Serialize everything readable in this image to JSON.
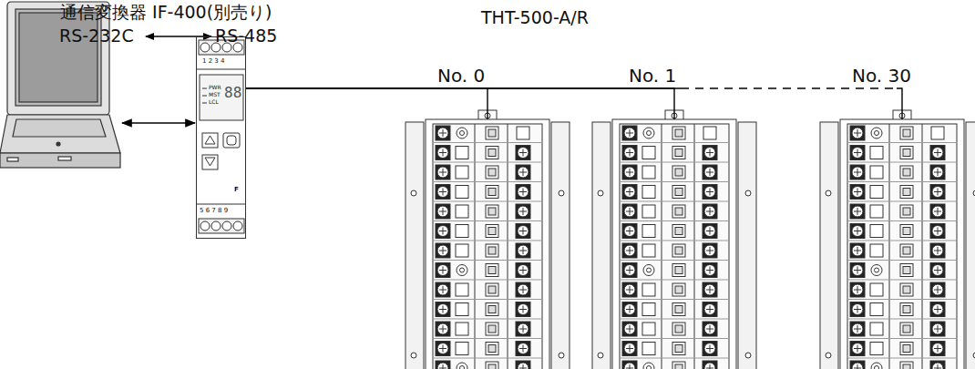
{
  "diagram": {
    "nodes": [
      {
        "text": [
          "通信変換器 IF-400(別売り)"
        ]
      },
      {
        "text": [
          "No. 0"
        ]
      },
      {
        "text": [
          "No. 1"
        ]
      },
      {
        "text": [
          "No. 30"
        ]
      }
    ],
    "edges": [
      {
        "from": 0,
        "to": 1,
        "arrow": "none"
      },
      {
        "from": 0,
        "to": 2,
        "arrow": "none"
      },
      {
        "from": 0,
        "to": 3,
        "arrow": "none"
      }
    ],
    "labels": [
      "RS-232C",
      "RS-485",
      "THT-500-A/R",
      "PWR",
      "MST",
      "LCL",
      "88",
      "1 2 3 4",
      "5 6 7 8 9",
      "F"
    ]
  }
}
